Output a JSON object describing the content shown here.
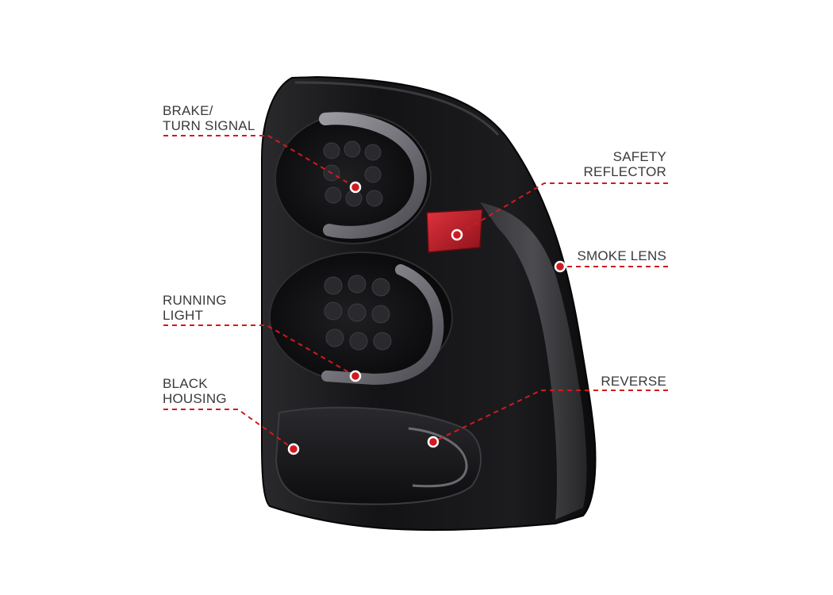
{
  "colors": {
    "leader": "#d11a20",
    "marker_ring": "#ffffff",
    "text": "#3a3a3a",
    "housing": "#1a1a1c",
    "reflector": "#c4202b"
  },
  "callouts": {
    "brake_turn": {
      "line1": "BRAKE/",
      "line2": "TURN SIGNAL"
    },
    "running_light": {
      "line1": "RUNNING",
      "line2": "LIGHT"
    },
    "black_housing": {
      "line1": "BLACK",
      "line2": "HOUSING"
    },
    "safety_reflector": {
      "line1": "SAFETY",
      "line2": "REFLECTOR"
    },
    "smoke_lens": {
      "line1": "SMOKE LENS"
    },
    "reverse": {
      "line1": "REVERSE"
    }
  }
}
